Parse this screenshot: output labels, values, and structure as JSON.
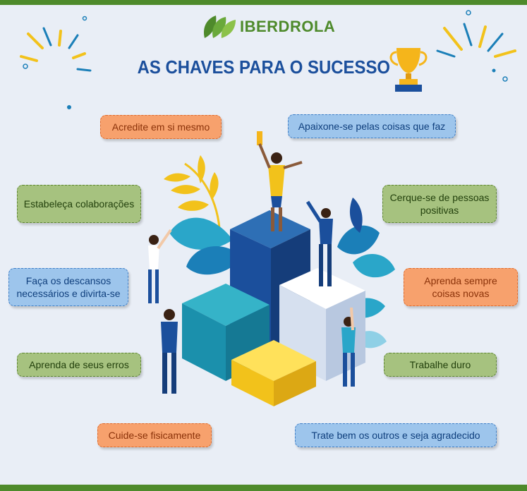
{
  "brand": {
    "name": "IBERDROLA",
    "color": "#4e8a2b"
  },
  "title": "AS CHAVES PARA O SUCESSO",
  "keys": [
    {
      "text": "Acredite em si mesmo",
      "color": "orange"
    },
    {
      "text": "Apaixone-se pelas coisas que faz",
      "color": "blue"
    },
    {
      "text": "Estabeleça colaborações",
      "color": "green"
    },
    {
      "text": "Cerque-se de pessoas positivas",
      "color": "green"
    },
    {
      "text": "Faça os descansos necessários e divirta-se",
      "color": "blue"
    },
    {
      "text": "Aprenda sempre coisas novas",
      "color": "orange"
    },
    {
      "text": "Aprenda de seus erros",
      "color": "green"
    },
    {
      "text": "Trabalhe duro",
      "color": "green"
    },
    {
      "text": "Cuide-se fisicamente",
      "color": "orange"
    },
    {
      "text": "Trate bem os outros e seja agradecido",
      "color": "blue"
    }
  ],
  "icons": [
    "leaf-logo-icon",
    "trophy-icon",
    "confetti-icon",
    "podium-illustration"
  ],
  "colors": {
    "title": "#1b4f9c",
    "background": "#e9eef6",
    "orange": "#f7a16d",
    "blue": "#9dc5ec",
    "green": "#a6c27f"
  }
}
